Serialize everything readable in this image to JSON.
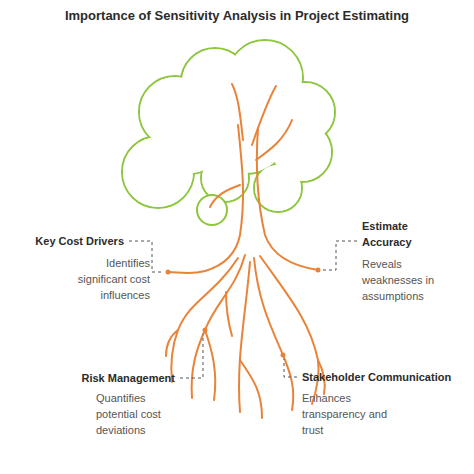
{
  "diagram": {
    "title": "Importance of Sensitivity Analysis in Project Estimating",
    "labels": [
      "Key Cost Drivers",
      "Identifies significant cost influences",
      "Estimate Accuracy",
      "Reveals weaknesses in assumptions",
      "Risk Management",
      "Quantifies potential cost deviations",
      "Stakeholder Communication",
      "Enhances transparency and trust"
    ]
  }
}
